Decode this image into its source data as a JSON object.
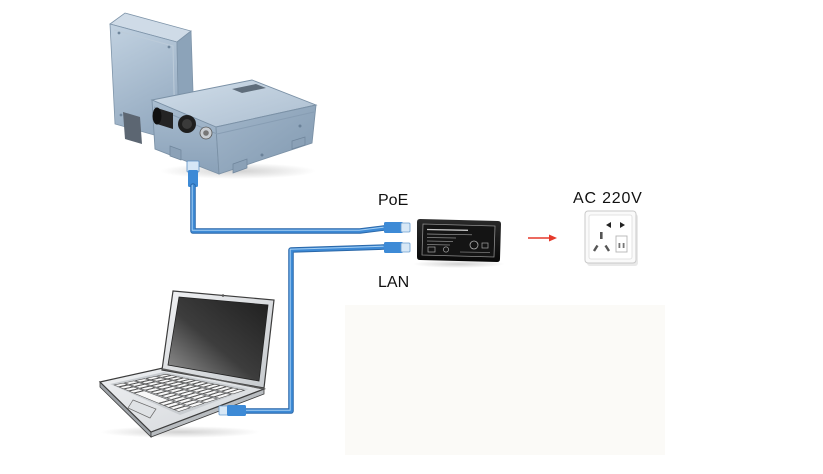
{
  "labels": {
    "poe": "PoE",
    "lan": "LAN",
    "power": "AC 220V"
  },
  "icons": {
    "outdoor_unit": "outdoor-cpe-icon",
    "poe_injector": "poe-injector-icon",
    "wall_socket": "wall-socket-icon",
    "laptop": "laptop-icon",
    "power_arrow": "arrow-right-icon"
  },
  "colors": {
    "cable": "#3d8ad6",
    "cable_outline": "#2a67a8",
    "cable_highlight": "#a5cff3",
    "arrow": "#e5392b",
    "injector": "#0f0f0f",
    "device": "#a6bacd"
  }
}
